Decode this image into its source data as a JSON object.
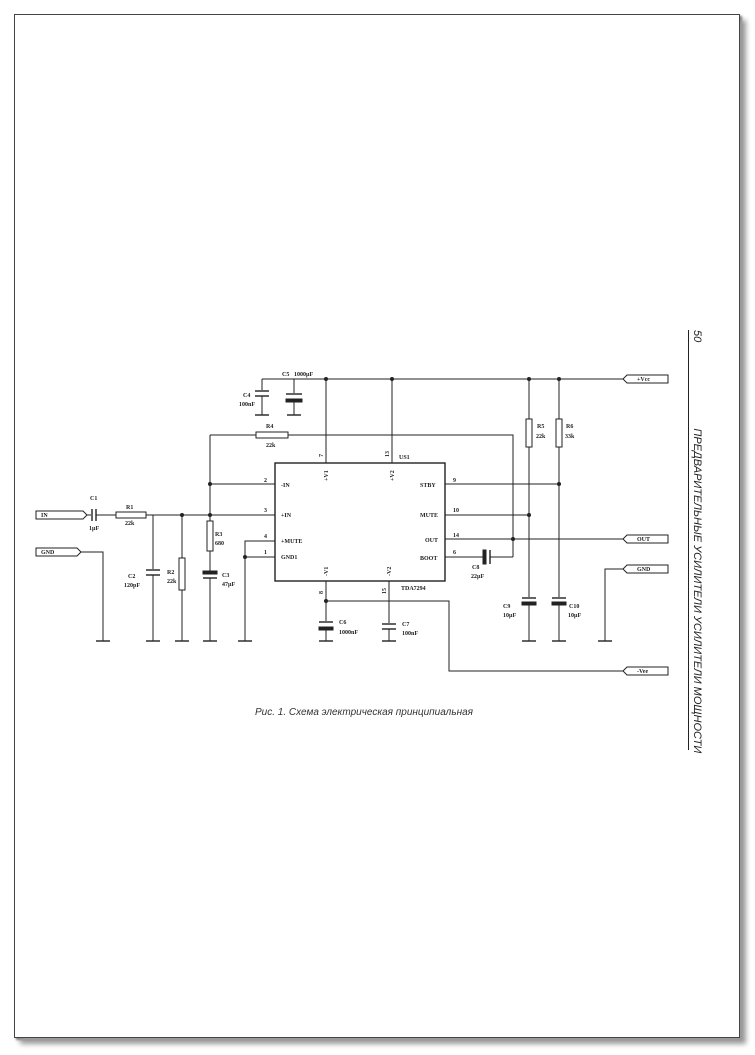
{
  "page": {
    "number": "50",
    "section_title": "ПРЕДВАРИТЕЛЬНЫЕ УСИЛИТЕЛИ УСИЛИТЕЛИ МОЩНОСТИ",
    "caption": "Рис. 1. Схема электрическая принципиальная"
  },
  "schematic": {
    "ic": {
      "ref": "US1",
      "part": "TDA7294",
      "pins": {
        "in_neg": "-IN",
        "in_pos": "+IN",
        "mute": "+MUTE",
        "gnd1": "GND1",
        "stby": "STBY",
        "mute_r": "MUTE",
        "out": "OUT",
        "boot": "BOOT",
        "pv1": "+V1",
        "pv2": "+V2",
        "nv1": "-V1",
        "nv2": "-V2"
      },
      "pin_numbers": {
        "p2": "2",
        "p3": "3",
        "p4": "4",
        "p1": "1",
        "p9": "9",
        "p10": "10",
        "p14": "14",
        "p6": "6",
        "p7": "7",
        "p13": "13",
        "p8": "8",
        "p15": "15"
      }
    },
    "connectors": {
      "in": "IN",
      "gnd_left": "GND",
      "vcc": "+Vcc",
      "out": "OUT",
      "gnd_right": "GND",
      "vee": "-Vee"
    },
    "components": {
      "c1": {
        "ref": "C1",
        "value": "1µF"
      },
      "r1": {
        "ref": "R1",
        "value": "22k"
      },
      "c2": {
        "ref": "C2",
        "value": "120pF"
      },
      "r2": {
        "ref": "R2",
        "value": "22k"
      },
      "r3": {
        "ref": "R3",
        "value": "680"
      },
      "c3": {
        "ref": "C3",
        "value": "47µF"
      },
      "r4": {
        "ref": "R4",
        "value": "22k"
      },
      "c4": {
        "ref": "C4",
        "value": "100nF"
      },
      "c5": {
        "ref": "C5",
        "value": "1000µF"
      },
      "c6": {
        "ref": "C6",
        "value": "1000nF"
      },
      "c7": {
        "ref": "C7",
        "value": "100nF"
      },
      "c8": {
        "ref": "C8",
        "value": "22µF"
      },
      "r5": {
        "ref": "R5",
        "value": "22k"
      },
      "r6": {
        "ref": "R6",
        "value": "33k"
      },
      "c9": {
        "ref": "C9",
        "value": "10µF"
      },
      "c10": {
        "ref": "C10",
        "value": "10µF"
      }
    }
  }
}
